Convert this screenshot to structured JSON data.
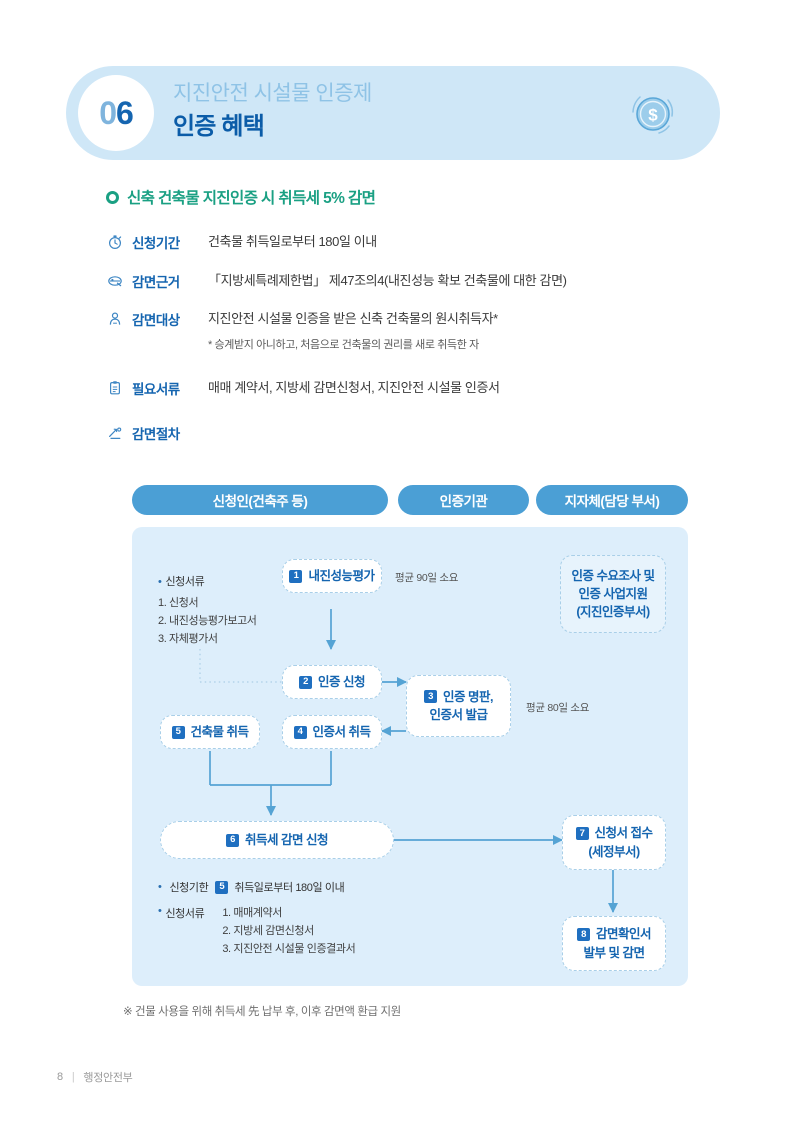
{
  "banner": {
    "number": "06",
    "number_first": "0",
    "number_second": "6",
    "subtitle": "지진안전 시설물 인증제",
    "title": "인증 혜택",
    "icon": "dollar-coin-icon"
  },
  "section": {
    "heading": "신축 건축물 지진인증 시 취득세 5% 감면"
  },
  "info_rows": [
    {
      "icon": "stopwatch-icon",
      "label": "신청기간",
      "value": "건축물 취득일로부터 180일 이내",
      "note": ""
    },
    {
      "icon": "gavel-law-icon",
      "label": "감면근거",
      "value": "「지방세특례제한법」 제47조의4(내진성능 확보 건축물에 대한 감면)",
      "note": ""
    },
    {
      "icon": "person-icon",
      "label": "감면대상",
      "value": "지진안전 시설물 인증을 받은 신축 건축물의 원시취득자*",
      "note": "* 승계받지 아니하고, 처음으로 건축물의 권리를 새로 취득한 자"
    },
    {
      "icon": "clipboard-icon",
      "label": "필요서류",
      "value": "매매 계약서, 지방세 감면신청서, 지진안전 시설물 인증서",
      "note": ""
    },
    {
      "icon": "procedure-icon",
      "label": "감면절차",
      "value": "",
      "note": ""
    }
  ],
  "flow": {
    "columns": [
      {
        "label": "신청인(건축주 등)"
      },
      {
        "label": "인증기관"
      },
      {
        "label": "지자체(담당 부서)"
      }
    ],
    "nodes": [
      {
        "num": "1",
        "text": "내진성능평가"
      },
      {
        "num": "2",
        "text": "인증 신청"
      },
      {
        "num": "3",
        "line1": "인증 명판,",
        "line2": "인증서 발급"
      },
      {
        "num": "4",
        "text": "인증서 취득"
      },
      {
        "num": "5",
        "text": "건축물 취득"
      },
      {
        "num": "6",
        "text": "취득세 감면 신청"
      },
      {
        "num": "7",
        "line1": "신청서 접수",
        "line2": "(세정부서)"
      },
      {
        "num": "8",
        "line1": "감면확인서",
        "line2": "발부 및 감면"
      }
    ],
    "side_box": {
      "line1": "인증 수요조사 및",
      "line2": "인증 사업지원",
      "line3": "(지진인증부서)"
    },
    "durations": [
      {
        "text": "평균 90일 소요"
      },
      {
        "text": "평균 80일 소요"
      }
    ],
    "left_docs": {
      "title": "신청서류",
      "items": [
        "1. 신청서",
        "2. 내진성능평가보고서",
        "3. 자체평가서"
      ]
    },
    "bottom_deadline": {
      "title": "신청기한",
      "badge": "5",
      "value": "취득일로부터 180일 이내"
    },
    "bottom_docs": {
      "title": "신청서류",
      "items": [
        "1. 매매계약서",
        "2. 지방세 감면신청서",
        "3. 지진안전 시설물 인증결과서"
      ]
    }
  },
  "footnote": "※ 건물 사용을 위해 취득세 先 납부 후, 이후 감면액 환급 지원",
  "footer": {
    "page": "8",
    "separator": "|",
    "org": "행정안전부"
  },
  "colors": {
    "banner_bg": "#cfe7f7",
    "accent_blue": "#1565b0",
    "tab_blue": "#4b9fd5",
    "panel_bg": "#ddeefb",
    "teal": "#1aa083",
    "badge_blue": "#1f6fc0"
  }
}
